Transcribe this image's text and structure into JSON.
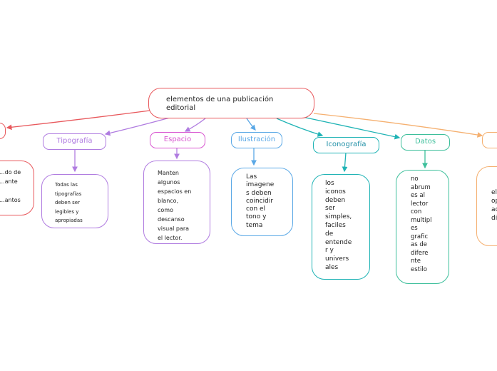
{
  "root": {
    "label": "elementos de una publicación\neditorial"
  },
  "colors": {
    "red": "#e8585c",
    "purple": "#b07ce0",
    "pink": "#d856d0",
    "blue": "#5aa8e6",
    "teal": "#1fb3b5",
    "green": "#3dbf9b",
    "orange": "#f5b070"
  },
  "branches": [
    {
      "topic": "",
      "leaf": "...do de\n...ante\n\n...antos"
    },
    {
      "topic": "Tipografía",
      "leaf": "Todas las\ntipografías\ndeben ser\nlegibles y\napropiadas"
    },
    {
      "topic": "Espacio",
      "leaf": "Manten\nalgunos\nespacios en\nblanco,\ncomo\ndescanso\nvisual para\nel lector."
    },
    {
      "topic": "Ilustración",
      "leaf": "Las\nimagene\ns deben\ncoincidir\ncon el\ntono y\ntema"
    },
    {
      "topic": "Iconografía",
      "leaf": "los\niconos\ndeben\nser\nsimples,\nfaciles\nde\nentende\nr y\nunivers\nales"
    },
    {
      "topic": "Datos",
      "leaf": "no\nabrum\nes al\nlector\ncon\nmultipl\nes\ngrafic\nas de\ndifere\nnte\nestilo"
    },
    {
      "topic": "",
      "leaf": "el\nop\nac\ndi"
    }
  ]
}
